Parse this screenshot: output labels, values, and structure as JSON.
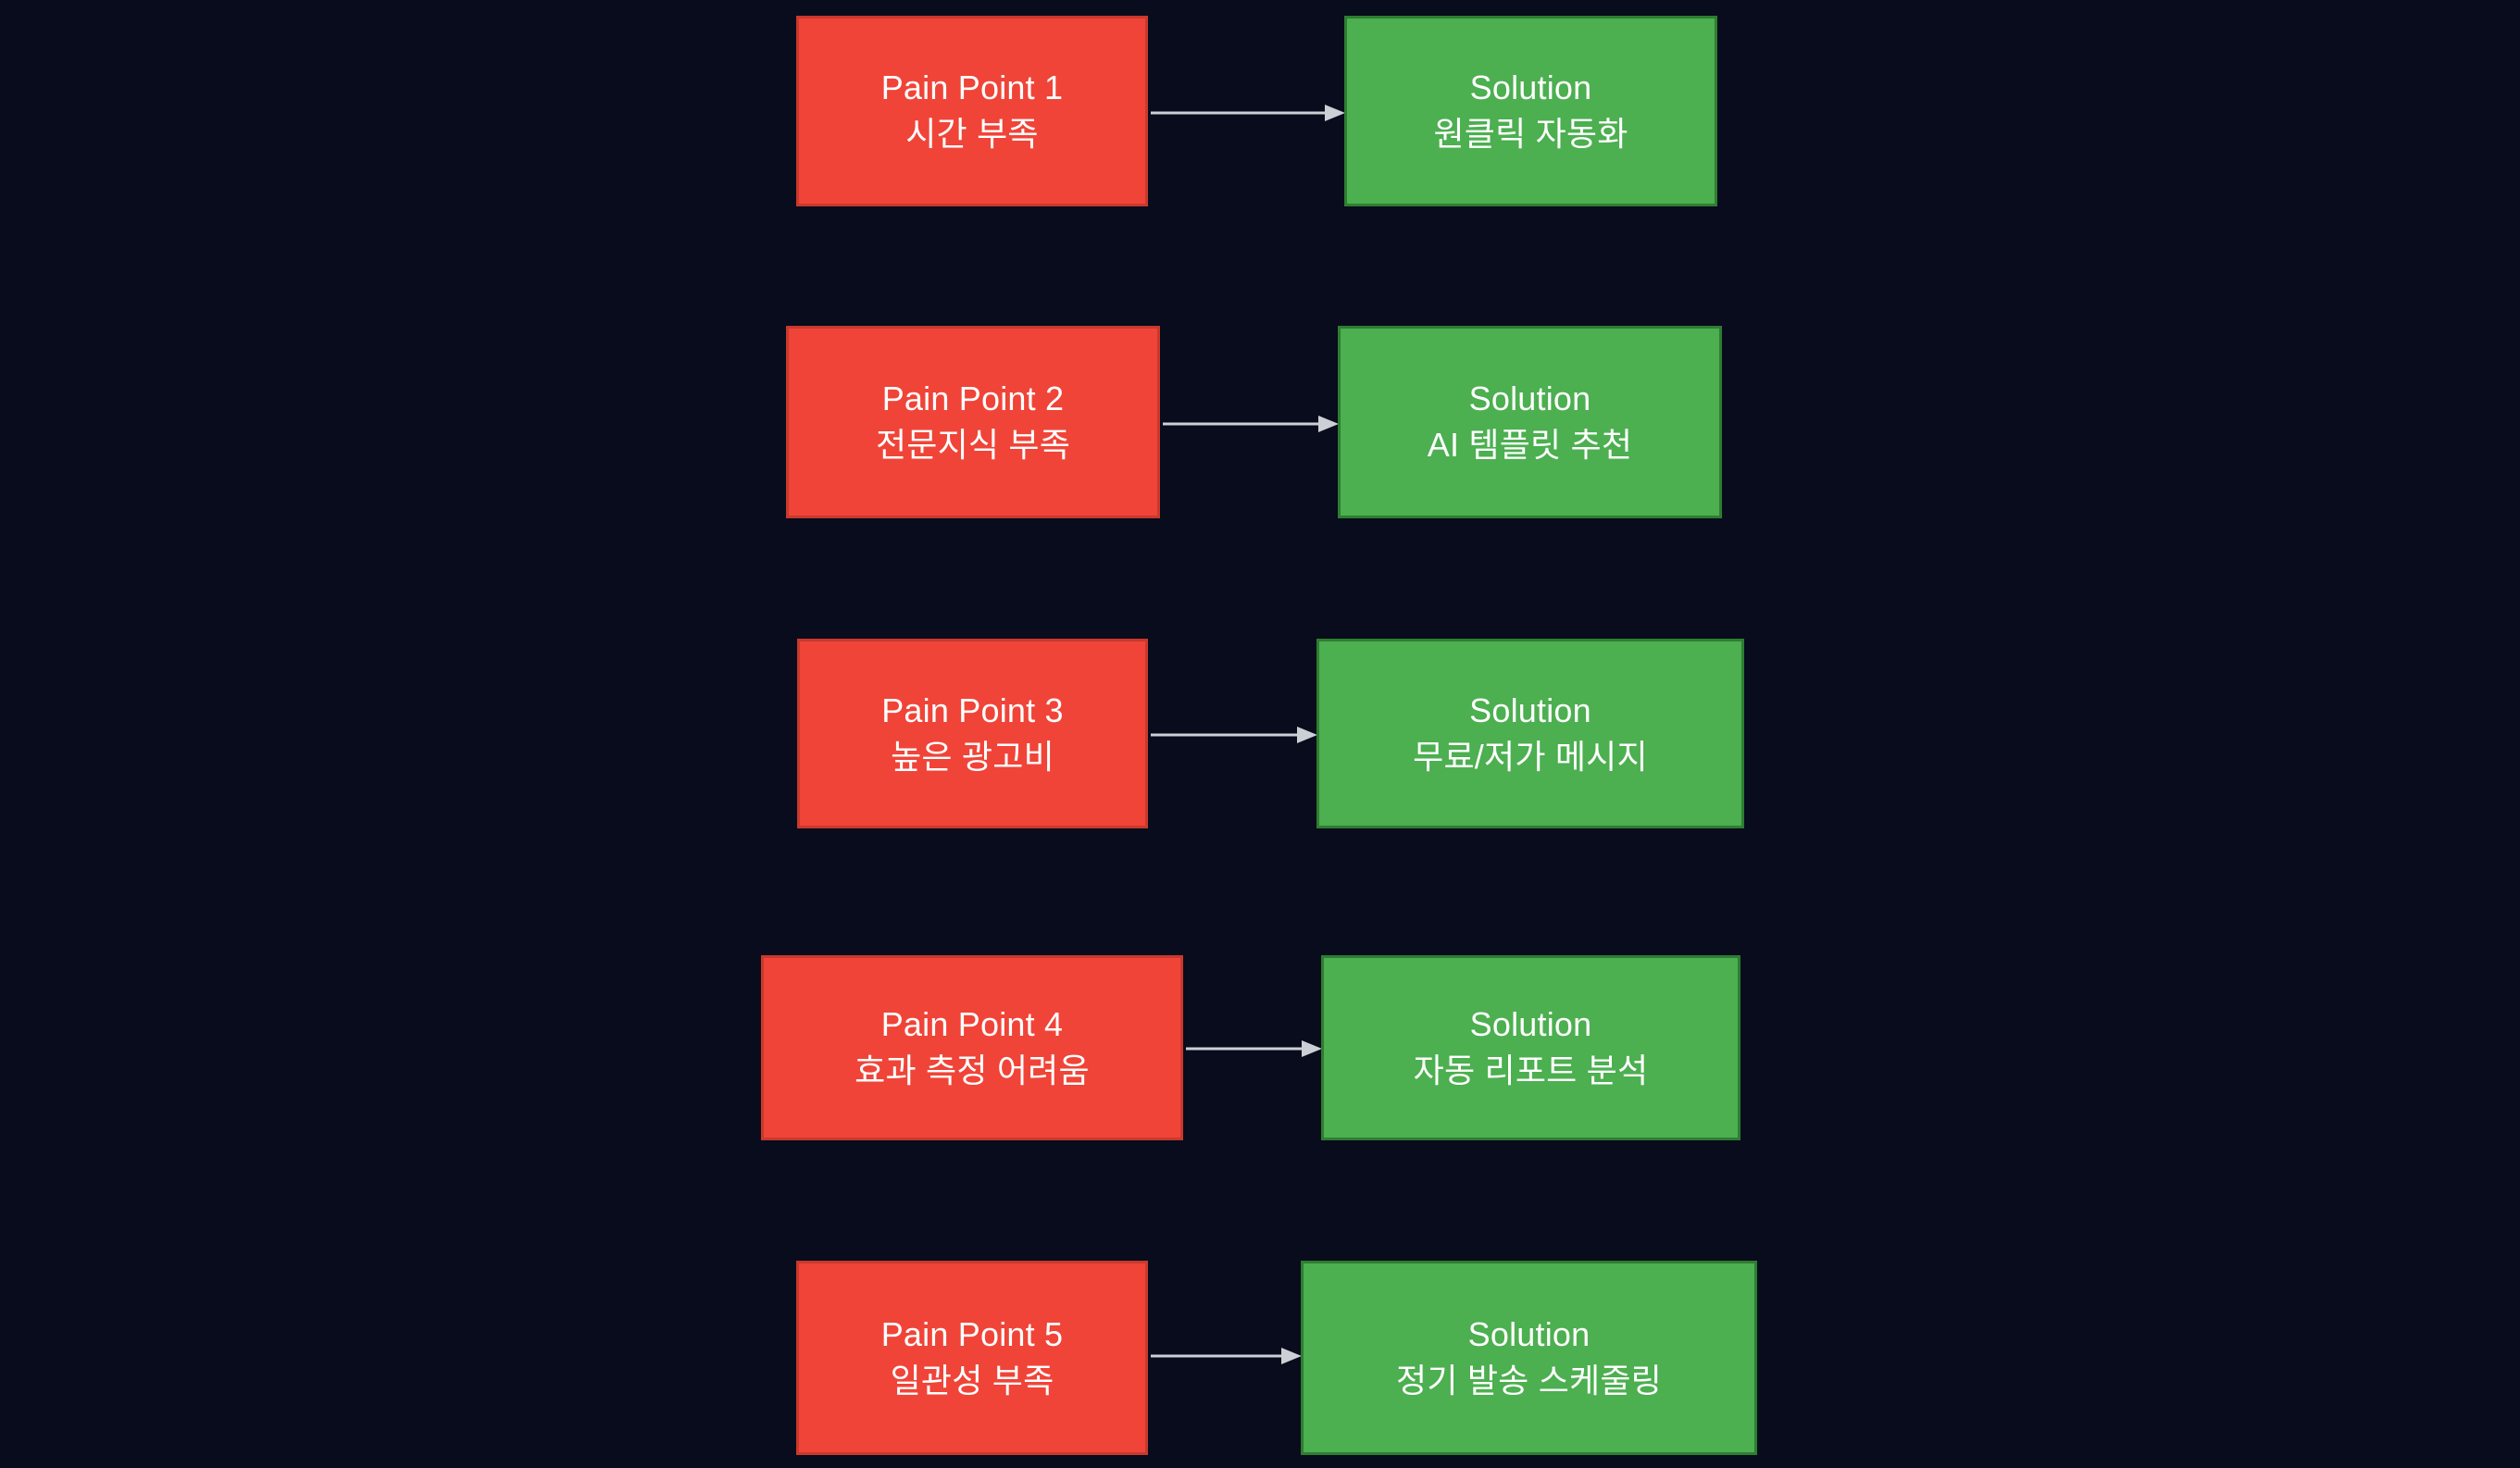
{
  "diagram": {
    "type": "flowchart",
    "background_color": "#080c1c",
    "pain_color": "#f04438",
    "solution_color": "#4caf50",
    "edge_color": "#ccd0d6",
    "rows": [
      {
        "pain": {
          "title": "Pain Point 1",
          "detail": "시간 부족"
        },
        "solution": {
          "title": "Solution",
          "detail": "원클릭 자동화"
        }
      },
      {
        "pain": {
          "title": "Pain Point 2",
          "detail": "전문지식 부족"
        },
        "solution": {
          "title": "Solution",
          "detail": "AI 템플릿 추천"
        }
      },
      {
        "pain": {
          "title": "Pain Point 3",
          "detail": "높은 광고비"
        },
        "solution": {
          "title": "Solution",
          "detail": "무료/저가 메시지"
        }
      },
      {
        "pain": {
          "title": "Pain Point 4",
          "detail": "효과 측정 어려움"
        },
        "solution": {
          "title": "Solution",
          "detail": "자동 리포트 분석"
        }
      },
      {
        "pain": {
          "title": "Pain Point 5",
          "detail": "일관성 부족"
        },
        "solution": {
          "title": "Solution",
          "detail": "정기 발송 스케줄링"
        }
      }
    ]
  }
}
